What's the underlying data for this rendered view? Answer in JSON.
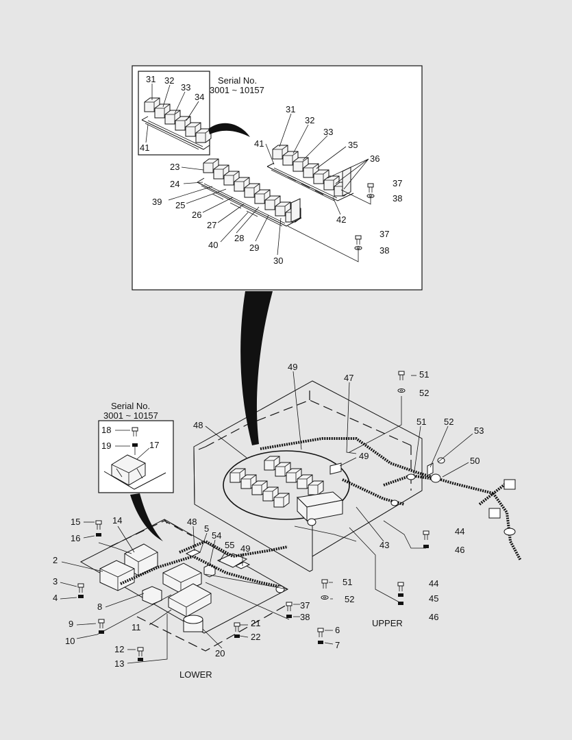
{
  "inset_top": {
    "serial_label": "Serial No.",
    "serial_range": "3001 ~ 10157"
  },
  "inset_left": {
    "serial_label": "Serial No.",
    "serial_range": "3001 ~ 10157"
  },
  "views": {
    "upper": "UPPER",
    "lower": "LOWER"
  },
  "callouts": {
    "c31a": "31",
    "c32a": "32",
    "c33a": "33",
    "c34a": "34",
    "c41a": "41",
    "c31b": "31",
    "c32b": "32",
    "c33b": "33",
    "c35": "35",
    "c36": "36",
    "c37a": "37",
    "c38a": "38",
    "c41b": "41",
    "c42": "42",
    "c23": "23",
    "c24": "24",
    "c39": "39",
    "c25": "25",
    "c26": "26",
    "c27": "27",
    "c40": "40",
    "c28": "28",
    "c29": "29",
    "c30": "30",
    "c37b": "37",
    "c38b": "38",
    "c49a": "49",
    "c47": "47",
    "c51a": "51",
    "c52a": "52",
    "c48a": "48",
    "c51b": "51",
    "c52b": "52",
    "c53": "53",
    "c49b": "49",
    "c50": "50",
    "c43": "43",
    "c44a": "44",
    "c46a": "46",
    "c18": "18",
    "c19": "19",
    "c17": "17",
    "c15": "15",
    "c16": "16",
    "c14": "14",
    "c2": "2",
    "c3": "3",
    "c4": "4",
    "c8": "8",
    "c9": "9",
    "c10": "10",
    "c11": "11",
    "c12": "12",
    "c13": "13",
    "c48b": "48",
    "c5": "5",
    "c54": "54",
    "c55": "55",
    "c49c": "49",
    "c51c": "51",
    "c52c": "52",
    "c37c": "37",
    "c38c": "38",
    "c21": "21",
    "c22": "22",
    "c20": "20",
    "c6": "6",
    "c7": "7",
    "c44b": "44",
    "c45": "45",
    "c46b": "46"
  }
}
